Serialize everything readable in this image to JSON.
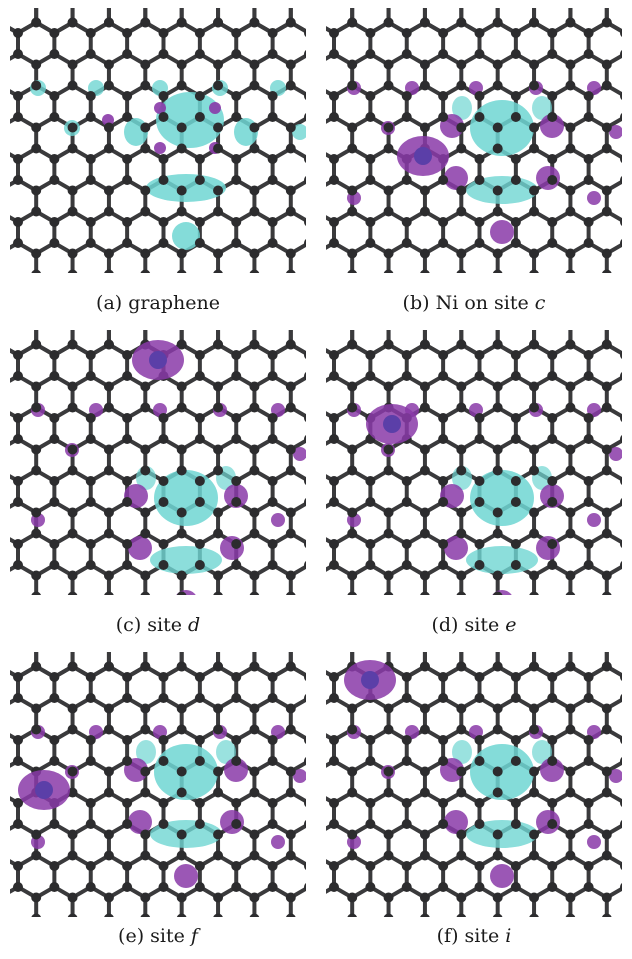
{
  "colors": {
    "bond": "#3a3a3c",
    "carbon_atom": "#2c2c2e",
    "density_cyan": "#6fd6d2",
    "density_purple": "#8a3aa8",
    "ni_atom": "#5b3fa8"
  },
  "panels": [
    {
      "id": "a",
      "label": "(a)",
      "text": "graphene",
      "italic": "",
      "ni_site": "none"
    },
    {
      "id": "b",
      "label": "(b)",
      "text": "Ni on site",
      "italic": "c",
      "ni_site": "c"
    },
    {
      "id": "c",
      "label": "(c)",
      "text": "site",
      "italic": "d",
      "ni_site": "d"
    },
    {
      "id": "d",
      "label": "(d)",
      "text": "site",
      "italic": "e",
      "ni_site": "e"
    },
    {
      "id": "e",
      "label": "(e)",
      "text": "site",
      "italic": "f",
      "ni_site": "f"
    },
    {
      "id": "f",
      "label": "(f)",
      "text": "site",
      "italic": "i",
      "ni_site": "i"
    }
  ]
}
